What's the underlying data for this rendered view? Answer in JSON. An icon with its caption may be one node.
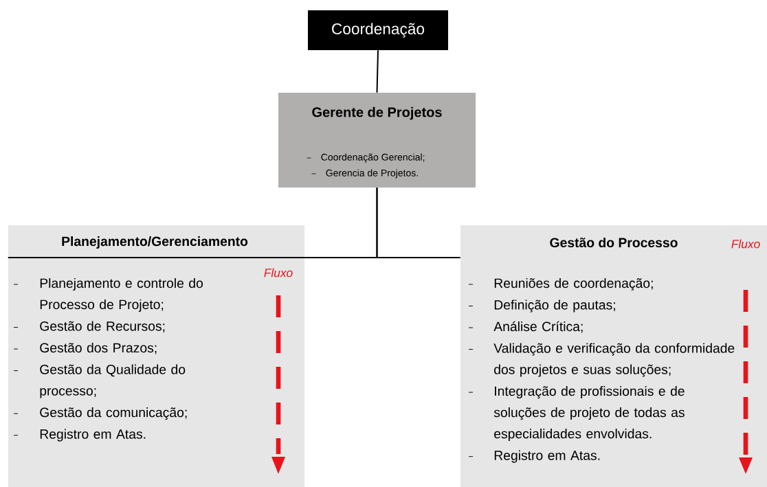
{
  "diagram": {
    "nodes": [
      {
        "text": [
          "Coordenação"
        ]
      },
      {
        "text": [
          "Gerente de Projetos",
          "Coordenação Gerencial;",
          "Gerencia de Projetos."
        ]
      },
      {
        "text": [
          "Planejamento/Gerenciamento",
          "Planejamento e controle do Processo de Projeto;",
          "Gestão de Recursos;",
          "Gestão dos Prazos;",
          "Gestão da Qualidade do processo;",
          "Gestão da comunicação;",
          "Registro em Atas.",
          "Fluxo"
        ]
      },
      {
        "text": [
          "Gestão do Processo",
          "Reuniões de coordenação;",
          "Definição de pautas;",
          "Análise Crítica;",
          "Validação e verificação da conformidade dos projetos e suas soluções;",
          "Integração de profissionais e de soluções de projeto de todas as especialidades envolvidas.",
          "Registro em Atas.",
          "Fluxo"
        ]
      }
    ],
    "edges": [
      {
        "from": 0,
        "to": 1,
        "arrow": "none"
      },
      {
        "from": 1,
        "to": 2,
        "arrow": "none"
      },
      {
        "from": 1,
        "to": 3,
        "arrow": "none"
      }
    ]
  }
}
